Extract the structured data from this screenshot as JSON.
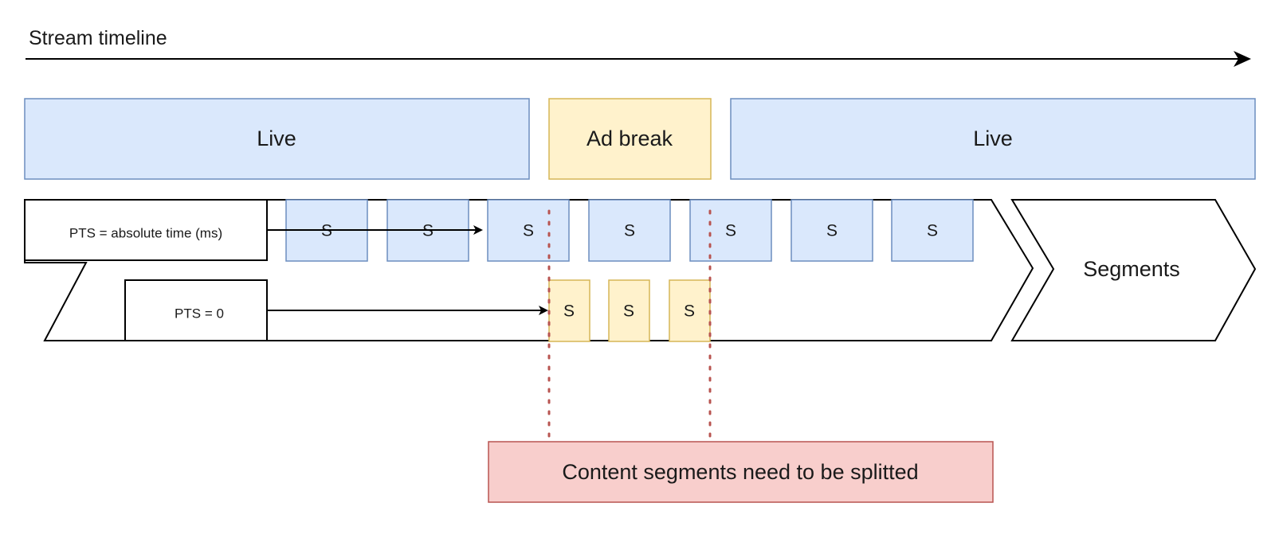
{
  "title": "Stream timeline",
  "top_blocks": [
    {
      "label": "Live",
      "kind": "live"
    },
    {
      "label": "Ad break",
      "kind": "ad"
    },
    {
      "label": "Live",
      "kind": "live"
    }
  ],
  "pts_labels": {
    "absolute": "PTS = absolute time (ms)",
    "zero": "PTS = 0"
  },
  "live_segments": [
    "S",
    "S",
    "S",
    "S",
    "S",
    "S",
    "S"
  ],
  "ad_segments": [
    "S",
    "S",
    "S"
  ],
  "segments_label": "Segments",
  "note": "Content segments need to be splitted",
  "colors": {
    "live_fill": "#dae8fc",
    "live_stroke": "#6c8ebf",
    "ad_fill": "#fff2cc",
    "ad_stroke": "#d6b656",
    "note_fill": "#f8cecc",
    "note_stroke": "#b85450",
    "divider": "#b85450"
  }
}
